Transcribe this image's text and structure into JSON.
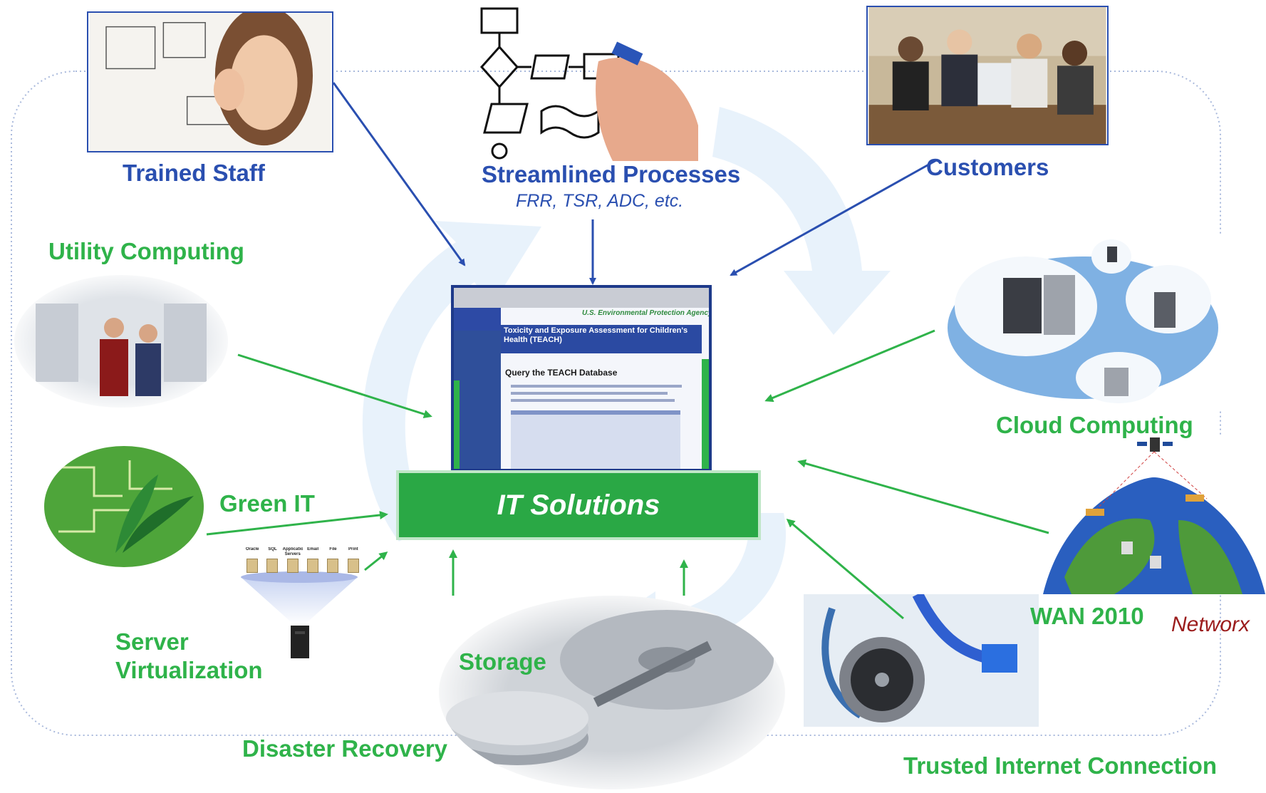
{
  "diagram": {
    "hub": {
      "label": "IT Solutions"
    },
    "inputs_top": [
      {
        "id": "trained-staff",
        "label": "Trained Staff"
      },
      {
        "id": "streamlined-processes",
        "label": "Streamlined Processes",
        "sublabel": "FRR, TSR, ADC, etc."
      },
      {
        "id": "customers",
        "label": "Customers"
      }
    ],
    "inputs_around": [
      {
        "id": "utility-computing",
        "label": "Utility Computing"
      },
      {
        "id": "cloud-computing",
        "label": "Cloud Computing"
      },
      {
        "id": "green-it",
        "label": "Green IT"
      },
      {
        "id": "wan-2010",
        "label": "WAN 2010",
        "note": "Networx"
      },
      {
        "id": "server-virtualization",
        "label_line1": "Server",
        "label_line2": "Virtualization"
      },
      {
        "id": "storage",
        "label": "Storage"
      },
      {
        "id": "disaster-recovery",
        "label": "Disaster Recovery"
      },
      {
        "id": "trusted-internet-connection",
        "label": "Trusted Internet Connection"
      }
    ],
    "virtualization_servers": [
      "Oracle",
      "SQL",
      "Application Servers",
      "Email",
      "File",
      "Print"
    ],
    "screenshot": {
      "agency": "U.S. Environmental Protection Agency",
      "site_title": "Toxicity and Exposure Assessment for Children's Health (TEACH)",
      "page_heading": "Query the TEACH Database"
    },
    "colors": {
      "top_arrows": "#2a4fb0",
      "side_arrows": "#2fb34a",
      "hub_fill": "#2aa845",
      "networx_text": "#9b1c1c",
      "boundary": "#a9b9dc"
    }
  }
}
